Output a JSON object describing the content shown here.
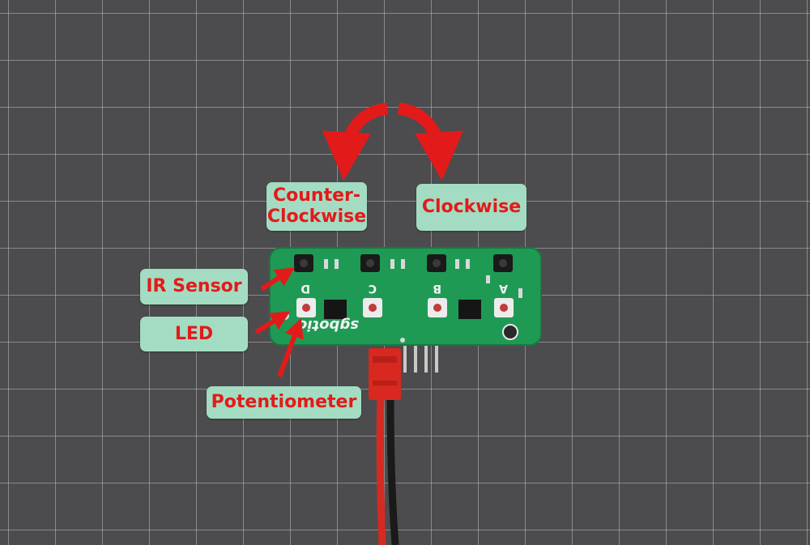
{
  "labels": {
    "counter_clockwise": "Counter-\nClockwise",
    "clockwise": "Clockwise",
    "ir_sensor": "IR Sensor",
    "led": "LED",
    "potentiometer": "Potentiometer"
  },
  "board": {
    "brand": "sgbotic",
    "channels": [
      "D",
      "C",
      "B",
      "A"
    ]
  },
  "colors": {
    "annotation_red": "#e31a1a",
    "callout_fill": "#a3dcc2",
    "pcb_green": "#1f9a55",
    "background": "#4c4c4e"
  }
}
